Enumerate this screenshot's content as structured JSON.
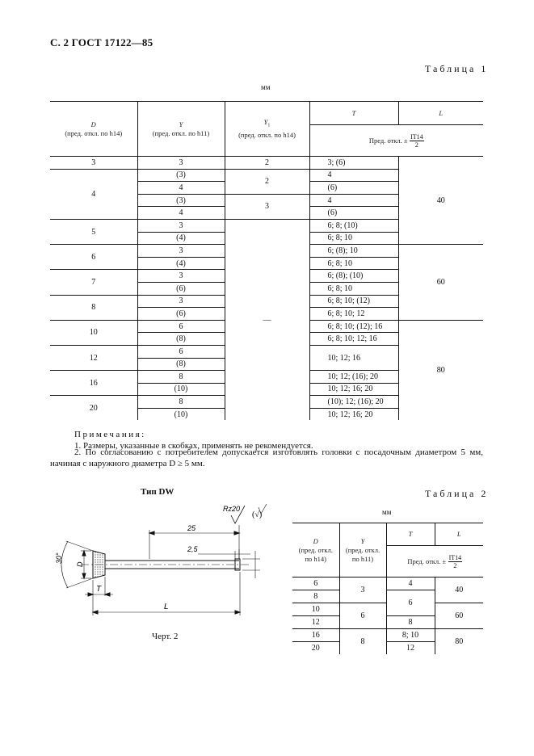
{
  "header": "С. 2 ГОСТ 17122—85",
  "table1": {
    "caption": "Таблица 1",
    "unit": "мм",
    "headers": {
      "D": "D",
      "D_sub": "(пред. откл. по h14)",
      "Y": "Y",
      "Y_sub": "(пред. откл. по h11)",
      "Y1": "Y",
      "Y1_index": "1",
      "Y1_sub": "(пред. откл. по h14)",
      "T": "T",
      "L": "L",
      "tol_label": "Пред. откл. ±",
      "tol_num": "IT14",
      "tol_den": "2"
    },
    "D": [
      "3",
      "4",
      "5",
      "6",
      "7",
      "8",
      "10",
      "12",
      "16",
      "20"
    ],
    "Y": [
      "3",
      "(3)",
      "4",
      "(3)",
      "4",
      "3",
      "(4)",
      "3",
      "(4)",
      "3",
      "(6)",
      "3",
      "(6)",
      "6",
      "(8)",
      "6",
      "(8)",
      "8",
      "(10)",
      "8",
      "(10)"
    ],
    "Y1": [
      "2",
      "2",
      "3",
      "—"
    ],
    "T": [
      "3; (6)",
      "4",
      "(6)",
      "4",
      "(6)",
      "6; 8; (10)",
      "6; 8; 10",
      "6; (8); 10",
      "6; 8; 10",
      "6; (8); (10)",
      "6; 8; 10",
      "6; 8; 10; (12)",
      "6; 8; 10; 12",
      "6; 8; 10; (12); 16",
      "6; 8; 10; 12; 16",
      "10; 12; 16",
      "10; 12; (16); 20",
      "10; 12; 16; 20",
      "(10); 12; (16); 20",
      "10; 12; 16; 20"
    ],
    "L": [
      "40",
      "60",
      "80"
    ]
  },
  "notes": {
    "title": "Примечания:",
    "n1": "1. Размеры, указанные в скобках, применять не рекомендуется.",
    "n2": "2. По согласованию с потребителем допускается изготовлять головки с посадочным диаметром 5 мм, начиная с наружного диаметра D ≥ 5 мм."
  },
  "figure": {
    "type_label": "Тип DW",
    "caption": "Черт. 2",
    "rz": "Rz20",
    "check": "(√)",
    "dim_25": "25",
    "dim_2_5": "2,5",
    "dim_L": "L",
    "dim_T": "T",
    "dim_D": "D",
    "dim_angle": "30°"
  },
  "table2": {
    "caption": "Таблица 2",
    "unit": "мм",
    "headers": {
      "D": "D",
      "D_sub1": "(пред. откл.",
      "D_sub2": "по h14)",
      "Y": "Y",
      "Y_sub1": "(пред. откл.",
      "Y_sub2": "по h11)",
      "T": "T",
      "L": "L",
      "tol_label": "Пред. откл. ±",
      "tol_num": "IT14",
      "tol_den": "2"
    },
    "D": [
      "6",
      "8",
      "10",
      "12",
      "16",
      "20"
    ],
    "Y": [
      "3",
      "6",
      "8"
    ],
    "T": [
      "4",
      "6",
      "8",
      "8; 10",
      "12"
    ],
    "L": [
      "40",
      "60",
      "80"
    ]
  }
}
